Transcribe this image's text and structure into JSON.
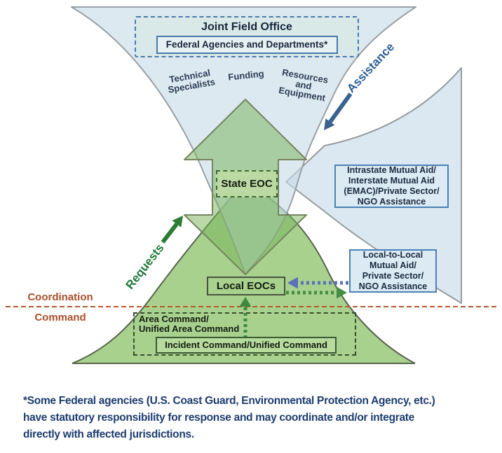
{
  "funnel": {
    "title": "Joint Field Office",
    "federal_box": "Federal Agencies and Departments*",
    "technical": "Technical\nSpecialists",
    "funding": "Funding",
    "resources": "Resources\nand\nEquipment"
  },
  "flow_labels": {
    "assistance": "Assistance",
    "requests": "Requests",
    "coordination": "Coordination",
    "command": "Command"
  },
  "boxes": {
    "state_eoc": "State EOC",
    "local_eocs": "Local EOCs",
    "intrastate": "Intrastate Mutual Aid/\nInterstate Mutual Aid\n(EMAC)/Private Sector/\nNGO Assistance",
    "local_to_local": "Local-to-Local\nMutual Aid/\nPrivate Sector/\nNGO Assistance",
    "area_command": "Area Command/\nUnified Area Command",
    "incident_command": "Incident Command/Unified Command"
  },
  "footnote": "*Some Federal agencies (U.S. Coast Guard, Environmental Protection Agency, etc.)\nhave statutory responsibility for response and may coordinate and/or integrate\ndirectly with affected jurisdictions.",
  "colors": {
    "light_blue_fill": "#dbe8f1",
    "green_fill": "#a9d18e",
    "funnel_overlay": "rgba(198,220,233,0.62)",
    "double_arrow_green": "rgba(118,178,85,0.5)",
    "brown_line": "#b5592b",
    "brown_text": "#a8502a",
    "navy_footnote": "#1c3c6e",
    "blue_box_border": "#4a81b4",
    "green_dashed_border": "#3e6b33",
    "assistance_arrow_blue": "#3a618f",
    "requests_arrow_green": "#2c7c35",
    "dotted_blue": "#5b72ba",
    "dotted_green": "#478c46"
  }
}
